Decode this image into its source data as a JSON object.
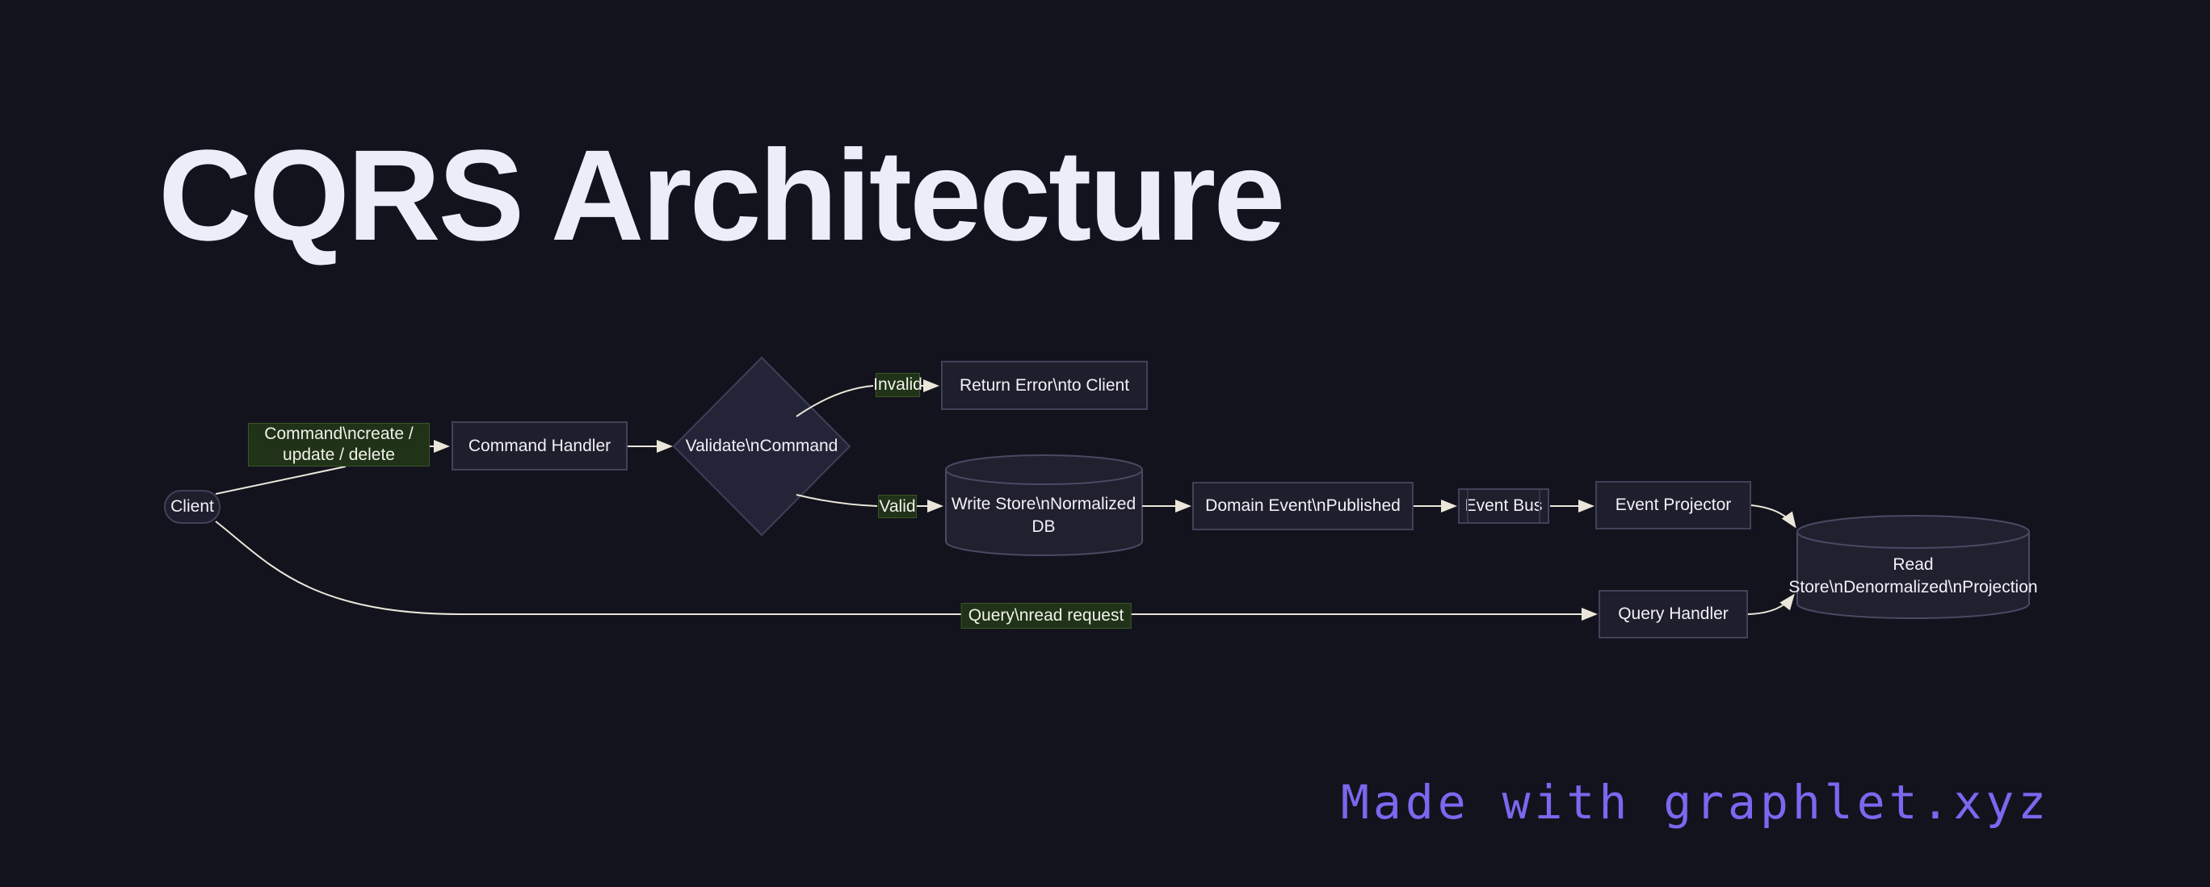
{
  "page": {
    "background_color": "#13131d",
    "edge_color": "#eae7da",
    "node_fill": "#1e1e2c",
    "node_border": "#41415a",
    "green_label_fill": "#203217",
    "accent_purple": "#7a68f0"
  },
  "title": {
    "text": "CQRS Architecture",
    "color": "#ededfa"
  },
  "footer": {
    "text": "Made with graphlet.xyz",
    "color": "#7a68f0"
  },
  "diagram": {
    "nodes": {
      "client": {
        "label": "Client",
        "shape": "rounded"
      },
      "command_handler": {
        "label": "Command Handler",
        "shape": "rect"
      },
      "validate": {
        "label": "Validate\\nCommand",
        "shape": "diamond"
      },
      "return_error": {
        "label": "Return Error\\nto Client",
        "shape": "rect"
      },
      "write_store": {
        "label": "Write Store\\nNormalized\nDB",
        "shape": "cylinder"
      },
      "domain_event": {
        "label": "Domain Event\\nPublished",
        "shape": "rect"
      },
      "event_bus": {
        "label": "Event Bus",
        "shape": "subroutine"
      },
      "event_projector": {
        "label": "Event Projector",
        "shape": "rect"
      },
      "read_store": {
        "label": "Read\nStore\\nDenormalized\\nProjection",
        "shape": "cylinder"
      },
      "query_handler": {
        "label": "Query Handler",
        "shape": "rect"
      }
    },
    "edge_labels": {
      "command": {
        "text": "Command\\ncreate /\nupdate / delete"
      },
      "invalid": {
        "text": "Invalid"
      },
      "valid": {
        "text": "Valid"
      },
      "query": {
        "text": "Query\\nread request"
      }
    }
  }
}
